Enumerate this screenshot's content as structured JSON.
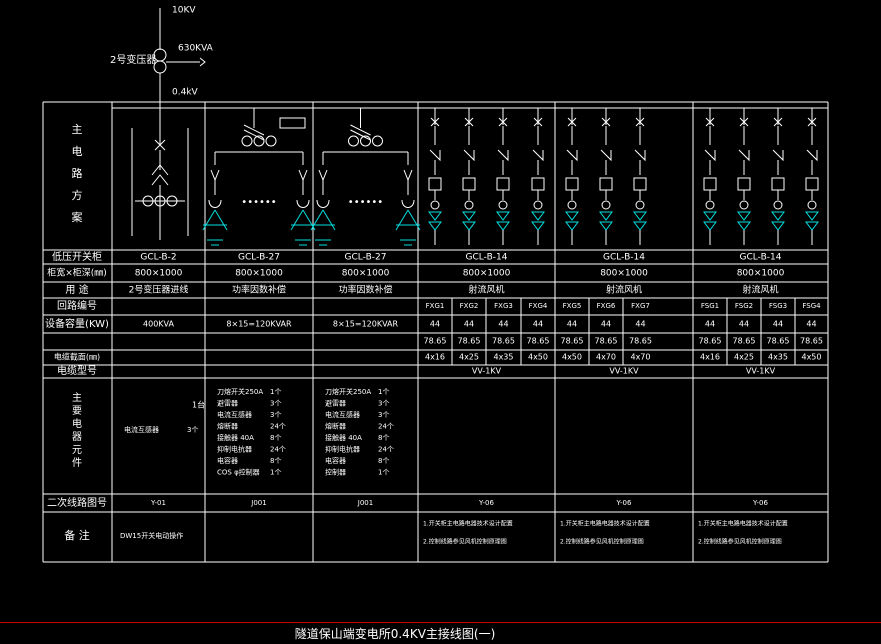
{
  "transformer": {
    "voltage_high": "10KV",
    "capacity": "630KVA",
    "name": "2号变压器",
    "voltage_low": "0.4kV"
  },
  "row_labels": {
    "main_scheme": "主电路方案",
    "cabinet": "低压开关柜",
    "size": "柜宽×柜深(㎜)",
    "usage": "用  途",
    "circuit_no": "回路编号",
    "capacity": "设备容量(KW)",
    "cable_section": "电缆截面(㎜)",
    "cable_type": "电缆型号",
    "main_components": "主要电器元件",
    "secondary": "二次线路图号",
    "remarks": "备  注"
  },
  "cabinets": [
    {
      "model": "GCL-B-2",
      "size": "800×1000",
      "usage": "2号变压器进线",
      "capacity": "400KVA",
      "secondary": "Y-01",
      "remark": "DW15开关电动操作",
      "components": [
        {
          "name": "1台",
          "qty": ""
        },
        {
          "name": "电流互感器",
          "qty": "3个"
        }
      ]
    },
    {
      "model": "GCL-B-27",
      "size": "800×1000",
      "usage": "功率因数补偿",
      "capacity": "8×15=120KVAR",
      "secondary": "J001",
      "remark": "",
      "components": [
        {
          "name": "刀熔开关250A",
          "qty": "1个"
        },
        {
          "name": "避雷器",
          "qty": "3个"
        },
        {
          "name": "电流互感器",
          "qty": "3个"
        },
        {
          "name": "熔断器",
          "qty": "24个"
        },
        {
          "name": "接触器  40A",
          "qty": "8个"
        },
        {
          "name": "抑制电抗器",
          "qty": "24个"
        },
        {
          "name": "电容器",
          "qty": "8个"
        },
        {
          "name": "COS φ控制器",
          "qty": "1个"
        }
      ]
    },
    {
      "model": "GCL-B-27",
      "size": "800×1000",
      "usage": "功率因数补偿",
      "capacity": "8×15=120KVAR",
      "secondary": "J001",
      "remark": "",
      "components": [
        {
          "name": "刀熔开关250A",
          "qty": "1个"
        },
        {
          "name": "避雷器",
          "qty": "3个"
        },
        {
          "name": "电流互感器",
          "qty": "3个"
        },
        {
          "name": "熔断器",
          "qty": "24个"
        },
        {
          "name": "接触器  40A",
          "qty": "8个"
        },
        {
          "name": "抑制电抗器",
          "qty": "24个"
        },
        {
          "name": "电容器",
          "qty": "8个"
        },
        {
          "name": "控制器",
          "qty": "1个"
        }
      ]
    },
    {
      "model": "GCL-B-14",
      "size": "800×1000",
      "usage": "射流风机",
      "secondary": "Y-06",
      "cable_type": "VV-1KV",
      "remark_lines": [
        "1.开关柜主电路电器技术设计配置",
        "2.控制线路参见风机控制原理图"
      ],
      "circuits": [
        {
          "no": "FXG1",
          "kw": "44",
          "kw2": "78.65",
          "cable": "4x16"
        },
        {
          "no": "FXG2",
          "kw": "44",
          "kw2": "78.65",
          "cable": "4x25"
        },
        {
          "no": "FXG3",
          "kw": "44",
          "kw2": "78.65",
          "cable": "4x35"
        },
        {
          "no": "FXG4",
          "kw": "44",
          "kw2": "78.65",
          "cable": "4x50"
        }
      ]
    },
    {
      "model": "GCL-B-14",
      "size": "800×1000",
      "usage": "射流风机",
      "secondary": "Y-06",
      "cable_type": "VV-1KV",
      "remark_lines": [
        "1.开关柜主电路电器技术设计配置",
        "2.控制线路参见风机控制原理图"
      ],
      "circuits": [
        {
          "no": "FXG5",
          "kw": "44",
          "kw2": "78.65",
          "cable": "4x50"
        },
        {
          "no": "FXG6",
          "kw": "44",
          "kw2": "78.65",
          "cable": "4x70"
        },
        {
          "no": "FXG7",
          "kw": "44",
          "kw2": "78.65",
          "cable": "4x70"
        }
      ]
    },
    {
      "model": "GCL-B-14",
      "size": "800×1000",
      "usage": "射流风机",
      "secondary": "Y-06",
      "cable_type": "VV-1KV",
      "remark_lines": [
        "1.开关柜主电路电器技术设计配置",
        "2.控制线路参见风机控制原理图"
      ],
      "circuits": [
        {
          "no": "FSG1",
          "kw": "44",
          "kw2": "78.65",
          "cable": "4x16"
        },
        {
          "no": "FSG2",
          "kw": "44",
          "kw2": "78.65",
          "cable": "4x25"
        },
        {
          "no": "FSG3",
          "kw": "44",
          "kw2": "78.65",
          "cable": "4x35"
        },
        {
          "no": "FSG4",
          "kw": "44",
          "kw2": "78.65",
          "cable": "4x50"
        }
      ]
    }
  ],
  "drawing_title": "隧道保山端变电所0.4KV主接线图(一)"
}
